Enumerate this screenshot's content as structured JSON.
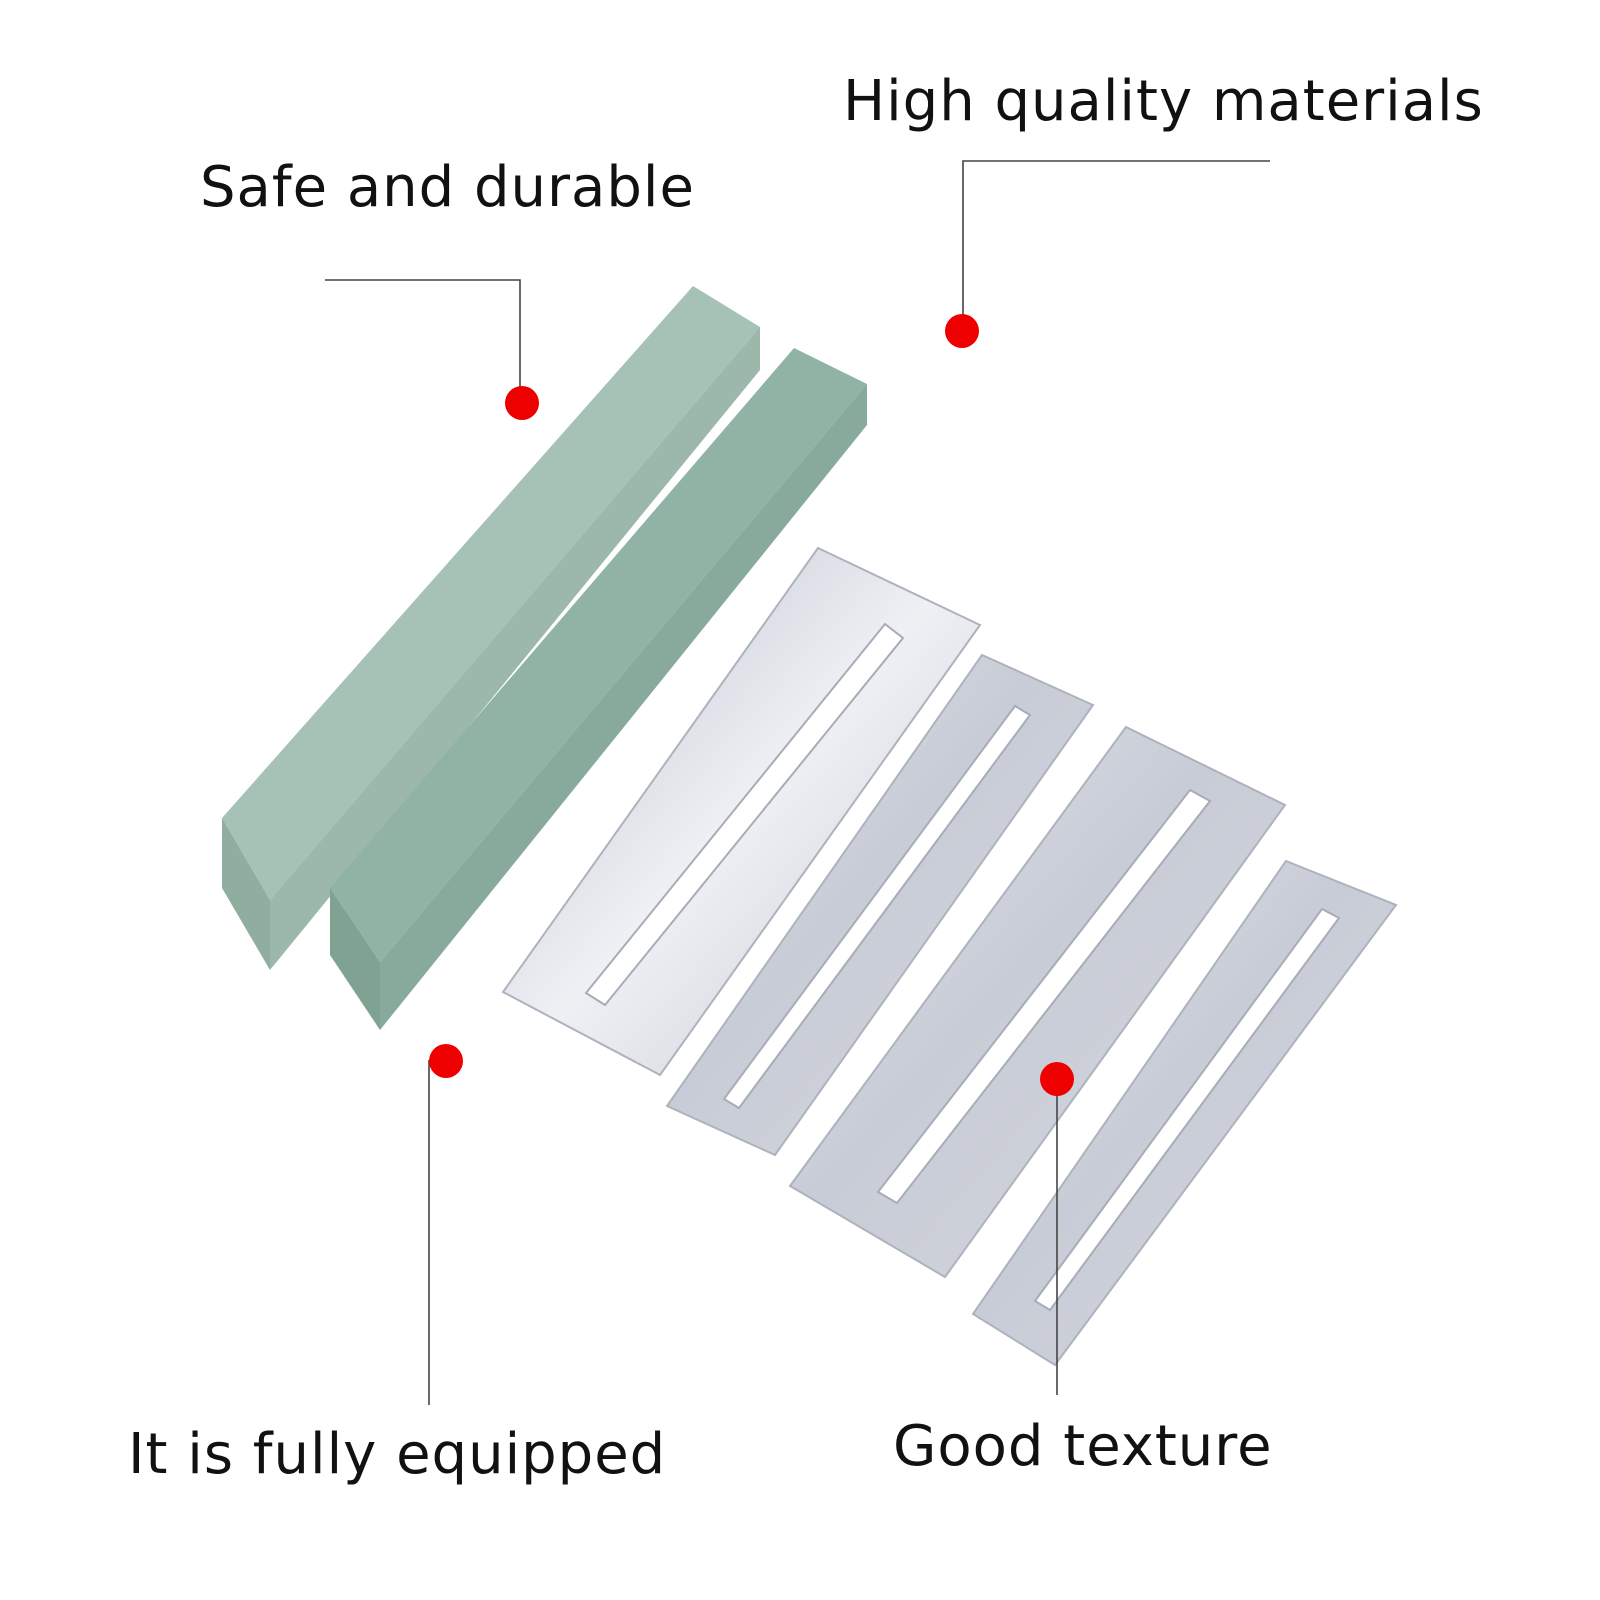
{
  "callouts": {
    "top_left": "Safe and durable",
    "top_right": "High quality materials",
    "bottom_left": "It is fully equipped",
    "bottom_right": "Good texture"
  },
  "colors": {
    "dot": "#ee0000",
    "leader_line": "#333333",
    "stone_light": "#a9c4b8",
    "stone_dark": "#8fb0a2",
    "metal": "#cdd0d8"
  },
  "product": {
    "stones": 2,
    "fret_protectors": 4
  }
}
